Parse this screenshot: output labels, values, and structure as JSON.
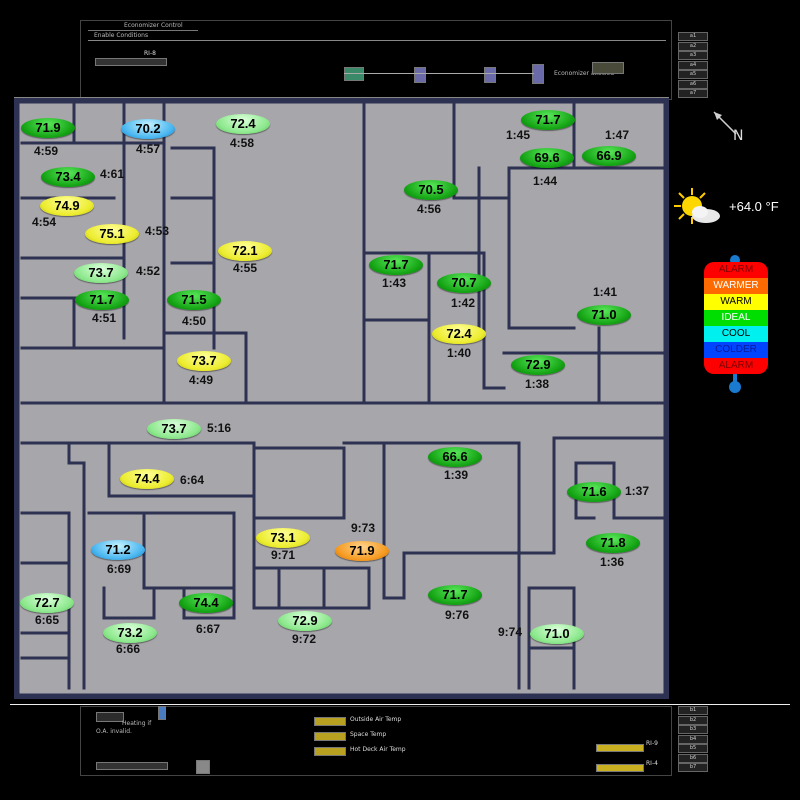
{
  "top_panel": {
    "title": "Economizer Control",
    "subtitle": "Enable Conditions",
    "unit_label": "RI-8",
    "status_text": "Economizer   allowed",
    "buttons": [
      "a1",
      "a2",
      "a3",
      "a4",
      "a5",
      "a6",
      "a7"
    ]
  },
  "bottom_panel": {
    "status_a": "Heating if",
    "status_b": "O.A. invalid.",
    "temp_rows": [
      "Outside Air Temp",
      "Space Temp",
      "Hot Deck Air Temp"
    ],
    "unit_label_a": "RI-9",
    "unit_label_b": "RI-4",
    "buttons": [
      "b1",
      "b2",
      "b3",
      "b4",
      "b5",
      "b6",
      "b7"
    ]
  },
  "compass": {
    "label": "N"
  },
  "weather": {
    "icon": "partly-sunny-icon",
    "outside_temp": "+64.0 °F"
  },
  "legend": [
    {
      "label": "ALARM",
      "bg": "#ff0000",
      "fg": "#7a0000"
    },
    {
      "label": "WARMER",
      "bg": "#ff6a00",
      "fg": "#ffffff"
    },
    {
      "label": "WARM",
      "bg": "#ffff00",
      "fg": "#000000"
    },
    {
      "label": "IDEAL",
      "bg": "#00dd00",
      "fg": "#ffffff"
    },
    {
      "label": "COOL",
      "bg": "#00f0f0",
      "fg": "#000000"
    },
    {
      "label": "COLDER",
      "bg": "#0044ff",
      "fg": "#0a1a9a"
    },
    {
      "label": "ALARM",
      "bg": "#ff0000",
      "fg": "#7a0000"
    }
  ],
  "zones": [
    {
      "temp": "71.9",
      "id": "4:59",
      "status": "ideal"
    },
    {
      "temp": "70.2",
      "id": "4:57",
      "status": "colder"
    },
    {
      "temp": "72.4",
      "id": "4:58",
      "status": "cool"
    },
    {
      "temp": "73.4",
      "id": "4:61",
      "status": "ideal"
    },
    {
      "temp": "74.9",
      "id": "4:54",
      "status": "warm"
    },
    {
      "temp": "75.1",
      "id": "4:53",
      "status": "warm"
    },
    {
      "temp": "72.1",
      "id": "4:55",
      "status": "warm"
    },
    {
      "temp": "73.7",
      "id": "4:52",
      "status": "cool"
    },
    {
      "temp": "71.7",
      "id": "4:51",
      "status": "ideal"
    },
    {
      "temp": "71.5",
      "id": "4:50",
      "status": "ideal"
    },
    {
      "temp": "73.7",
      "id": "4:49",
      "status": "warm"
    },
    {
      "temp": "71.7",
      "id": "1:45",
      "status": "ideal"
    },
    {
      "temp": "69.6",
      "id": "1:44",
      "status": "ideal"
    },
    {
      "temp": "66.9",
      "id": "1:47",
      "status": "ideal"
    },
    {
      "temp": "70.5",
      "id": "4:56",
      "status": "ideal"
    },
    {
      "temp": "71.7",
      "id": "1:43",
      "status": "ideal"
    },
    {
      "temp": "70.7",
      "id": "1:42",
      "status": "ideal"
    },
    {
      "temp": "72.4",
      "id": "1:40",
      "status": "warm"
    },
    {
      "temp": "71.0",
      "id": "1:41",
      "status": "ideal"
    },
    {
      "temp": "72.9",
      "id": "1:38",
      "status": "ideal"
    },
    {
      "temp": "73.7",
      "id": "5:16",
      "status": "cool"
    },
    {
      "temp": "74.4",
      "id": "6:64",
      "status": "warm"
    },
    {
      "temp": "66.6",
      "id": "1:39",
      "status": "ideal"
    },
    {
      "temp": "71.6",
      "id": "1:37",
      "status": "ideal"
    },
    {
      "temp": "71.2",
      "id": "6:69",
      "status": "colder"
    },
    {
      "temp": "73.1",
      "id": "9:71",
      "status": "warm"
    },
    {
      "temp": "71.9",
      "id": "9:73",
      "status": "warmer"
    },
    {
      "temp": "71.8",
      "id": "1:36",
      "status": "ideal"
    },
    {
      "temp": "72.7",
      "id": "6:65",
      "status": "cool"
    },
    {
      "temp": "74.4",
      "id": "6:67",
      "status": "ideal"
    },
    {
      "temp": "73.2",
      "id": "6:66",
      "status": "cool"
    },
    {
      "temp": "72.9",
      "id": "9:72",
      "status": "cool"
    },
    {
      "temp": "71.7",
      "id": "9:76",
      "status": "ideal"
    },
    {
      "temp": "71.0",
      "id": "9:74",
      "status": "cool"
    }
  ]
}
